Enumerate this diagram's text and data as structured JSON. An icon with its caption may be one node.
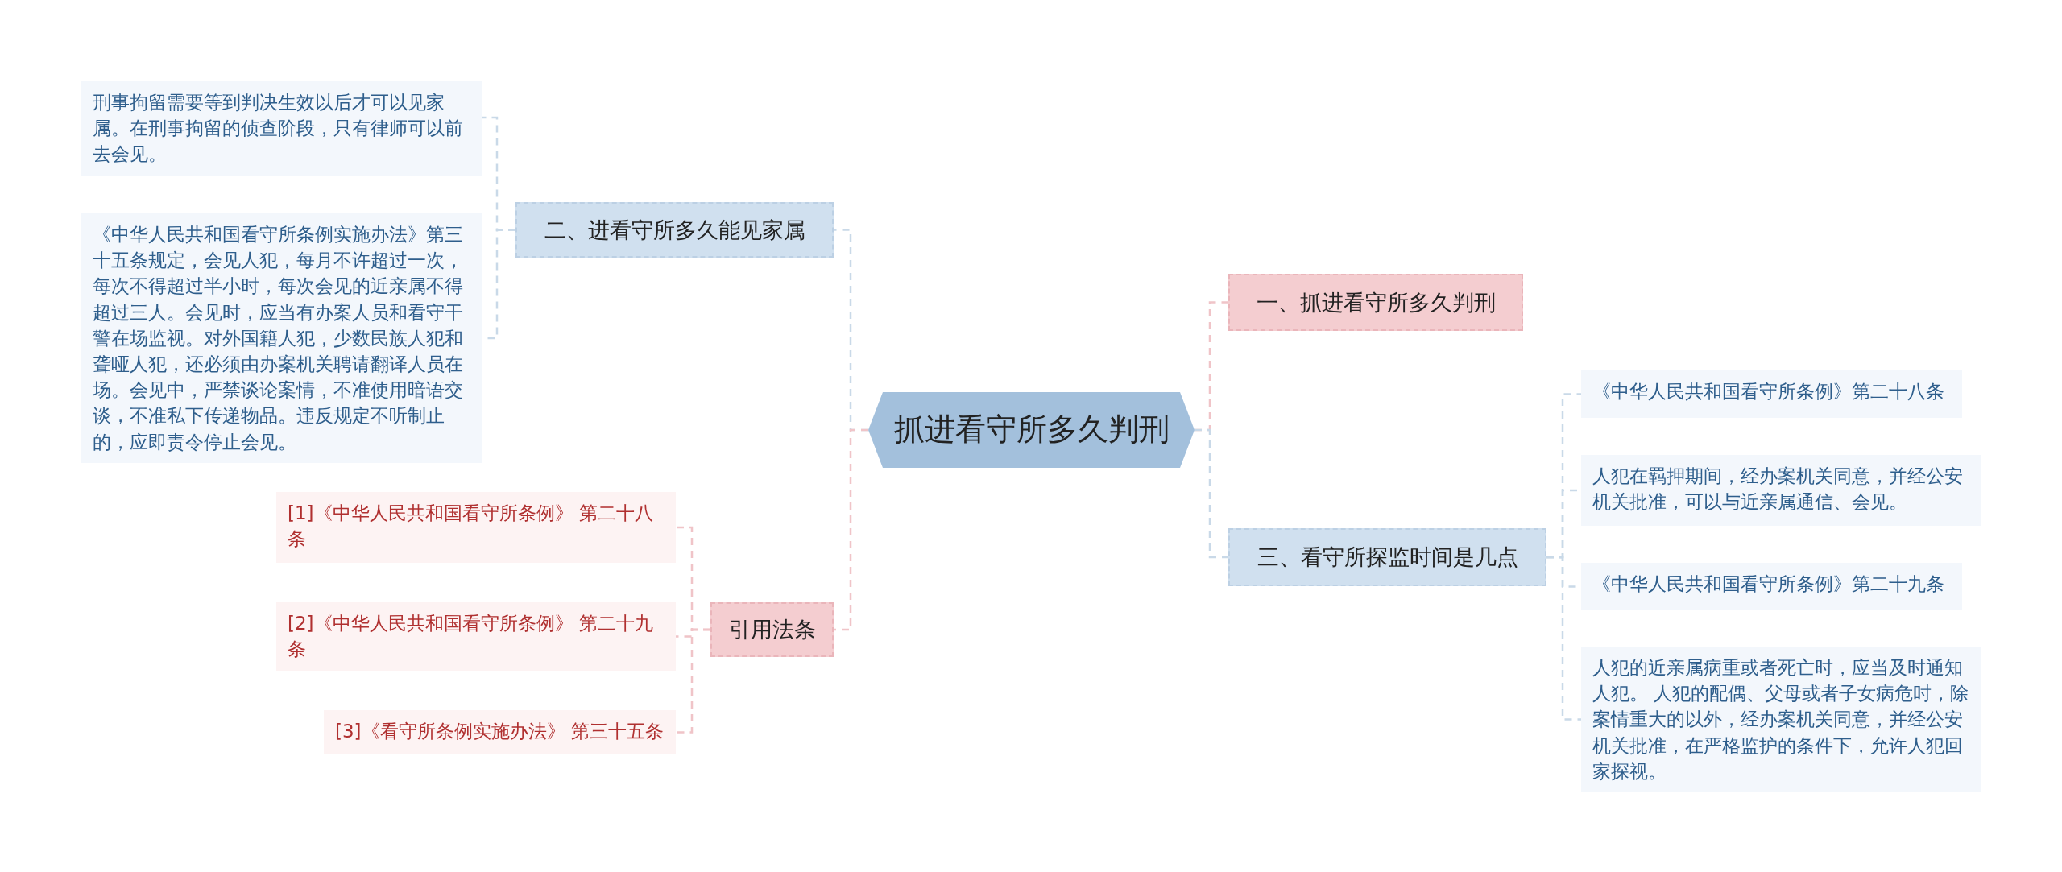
{
  "diagram": {
    "nodes": [
      {
        "text": [
          "抓进看守所多久判刑"
        ]
      },
      {
        "text": [
          "二、进看守所多久能见家属"
        ]
      },
      {
        "text": [
          "刑事拘留需要等到判决生效以后才可以见家属。在刑事拘留的侦查阶段，只有律师可以前去会见。"
        ]
      },
      {
        "text": [
          "《中华人民共和国看守所条例实施办法》第三十五条规定，会见人犯，每月不许超过一次，每次不得超过半小时，每次会见的近亲属不得超过三人。会见时，应当有办案人员和看守干警在场监视。对外国籍人犯，少数民族人犯和聋哑人犯，还必须由办案机关聘请翻译人员在场。会见中，严禁谈论案情，不准使用暗语交谈，不准私下传递物品。违反规定不听制止的，应即责令停止会见。"
        ]
      },
      {
        "text": [
          "引用法条"
        ]
      },
      {
        "text": [
          "[1]《中华人民共和国看守所条例》 第二十八条"
        ]
      },
      {
        "text": [
          "[2]《中华人民共和国看守所条例》 第二十九条"
        ]
      },
      {
        "text": [
          "[3]《看守所条例实施办法》 第三十五条"
        ]
      },
      {
        "text": [
          "一、抓进看守所多久判刑"
        ]
      },
      {
        "text": [
          "三、看守所探监时间是几点"
        ]
      },
      {
        "text": [
          "《中华人民共和国看守所条例》第二十八条"
        ]
      },
      {
        "text": [
          "人犯在羁押期间，经办案机关同意，并经公安机关批准，可以与近亲属通信、会见。"
        ]
      },
      {
        "text": [
          "《中华人民共和国看守所条例》第二十九条"
        ]
      },
      {
        "text": [
          "人犯的近亲属病重或者死亡时，应当及时通知人犯。 人犯的配偶、父母或者子女病危时，除案情重大的以外，经办案机关同意，并经公安机关批准，在严格监护的条件下，允许人犯回家探视。"
        ]
      }
    ],
    "edges": [
      {
        "from": 0,
        "to": 1,
        "arrow": "none",
        "style": "dashed"
      },
      {
        "from": 1,
        "to": 2,
        "arrow": "none",
        "style": "dashed"
      },
      {
        "from": 1,
        "to": 3,
        "arrow": "none",
        "style": "dashed"
      },
      {
        "from": 0,
        "to": 4,
        "arrow": "none",
        "style": "dashed",
        "color": "#f0c4c8"
      },
      {
        "from": 4,
        "to": 5,
        "arrow": "none",
        "style": "dashed",
        "color": "#f0c4c8"
      },
      {
        "from": 4,
        "to": 6,
        "arrow": "none",
        "style": "dashed",
        "color": "#f0c4c8"
      },
      {
        "from": 4,
        "to": 7,
        "arrow": "none",
        "style": "dashed",
        "color": "#f0c4c8"
      },
      {
        "from": 0,
        "to": 8,
        "arrow": "none",
        "style": "dashed",
        "color": "#f0c4c8"
      },
      {
        "from": 0,
        "to": 9,
        "arrow": "none",
        "style": "dashed"
      },
      {
        "from": 9,
        "to": 10,
        "arrow": "none",
        "style": "dashed"
      },
      {
        "from": 9,
        "to": 11,
        "arrow": "none",
        "style": "dashed"
      },
      {
        "from": 9,
        "to": 12,
        "arrow": "none",
        "style": "dashed"
      },
      {
        "from": 9,
        "to": 13,
        "arrow": "none",
        "style": "dashed"
      }
    ]
  }
}
